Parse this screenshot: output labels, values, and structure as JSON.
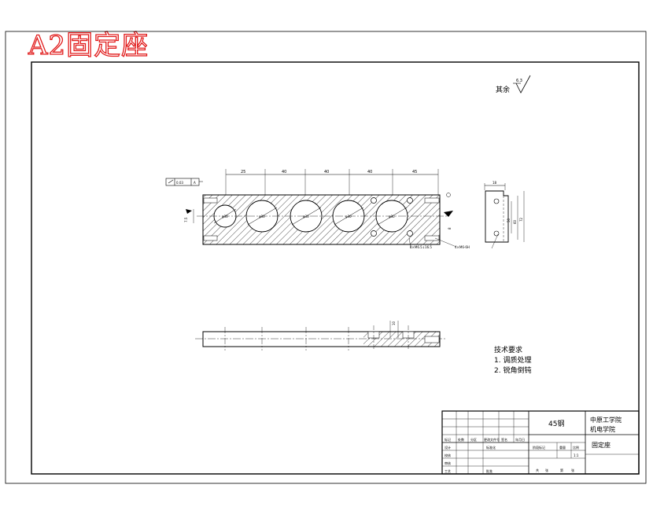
{
  "header_stamp": "A2固定座",
  "roughness": {
    "label": "其余",
    "value": "6.3"
  },
  "front_view": {
    "flatness_value": "0.03",
    "flatness_datum": "A",
    "spacing_dims": [
      "25",
      "40",
      "40",
      "40",
      "45"
    ],
    "hole_labels": [
      "φ30",
      "φ30",
      "φ30",
      "φ30",
      "φ30"
    ],
    "left_slot_dim": "7.5",
    "right_slot_dim": "8",
    "bolt_note": "4×M6.5↓16.5",
    "thread_note": "4×M6-6H"
  },
  "side_view": {
    "width_dim": "18",
    "inner_dim1": "50",
    "inner_dim2": "60",
    "height_dim": "72"
  },
  "top_view": {
    "step_dim": "10"
  },
  "technical_requirements": {
    "title": "技术要求",
    "items": [
      "1. 调质处理",
      "2. 锐角倒钝"
    ]
  },
  "title_block": {
    "material": "45钢",
    "school_line1": "中原工学院",
    "school_line2": "机电学院",
    "part_name": "固定座",
    "scale": "1:1",
    "rev_headers": [
      "标记",
      "处数",
      "分区",
      "更改文件号",
      "签名",
      "年月日"
    ],
    "role_labels": [
      "设计",
      "校核",
      "审核",
      "工艺"
    ],
    "std_label": "标准化",
    "approve_label": "批准",
    "stage_headers": [
      "阶段标记",
      "重量",
      "比例"
    ],
    "sheets": [
      "共",
      "张",
      "第",
      "张"
    ]
  }
}
